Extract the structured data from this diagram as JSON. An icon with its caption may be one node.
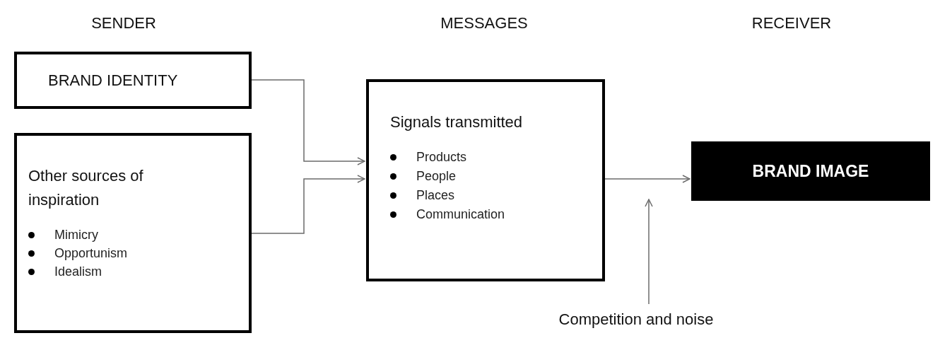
{
  "diagram": {
    "nodes": [
      {
        "text": [
          "BRAND IDENTITY"
        ]
      },
      {
        "text": [
          "Other sources of inspiration",
          "Mimicry",
          "Opportunism",
          "Idealism"
        ]
      },
      {
        "text": [
          "Signals transmitted",
          "Products",
          "People",
          "Places",
          "Communication"
        ]
      },
      {
        "text": [
          "BRAND IMAGE"
        ]
      },
      {
        "text": [
          "Competition and noise"
        ]
      }
    ],
    "edges": [
      {
        "from": 0,
        "to": 2,
        "arrow": "to"
      },
      {
        "from": 1,
        "to": 2,
        "arrow": "to"
      },
      {
        "from": 2,
        "to": 3,
        "arrow": "to"
      },
      {
        "from": 4,
        "to": null,
        "arrow": "to"
      }
    ],
    "labels": [
      "SENDER",
      "MESSAGES",
      "RECEIVER"
    ]
  }
}
